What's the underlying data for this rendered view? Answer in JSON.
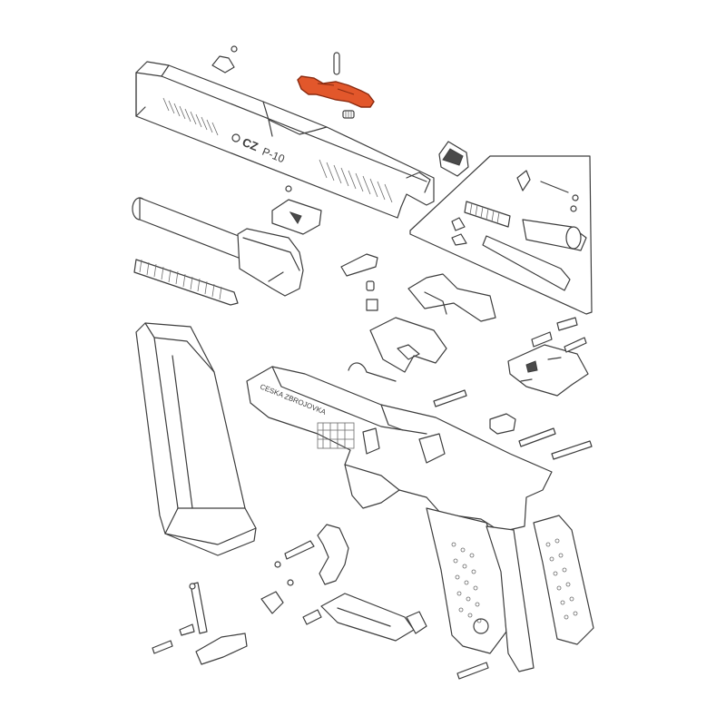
{
  "diagram": {
    "slide_marking_brand": "CZ",
    "slide_marking_model": "P-10",
    "highlight_color": "#e2572b",
    "line_color": "#3d3d3d",
    "background_color": "#ffffff",
    "highlighted_part": "extractor"
  }
}
